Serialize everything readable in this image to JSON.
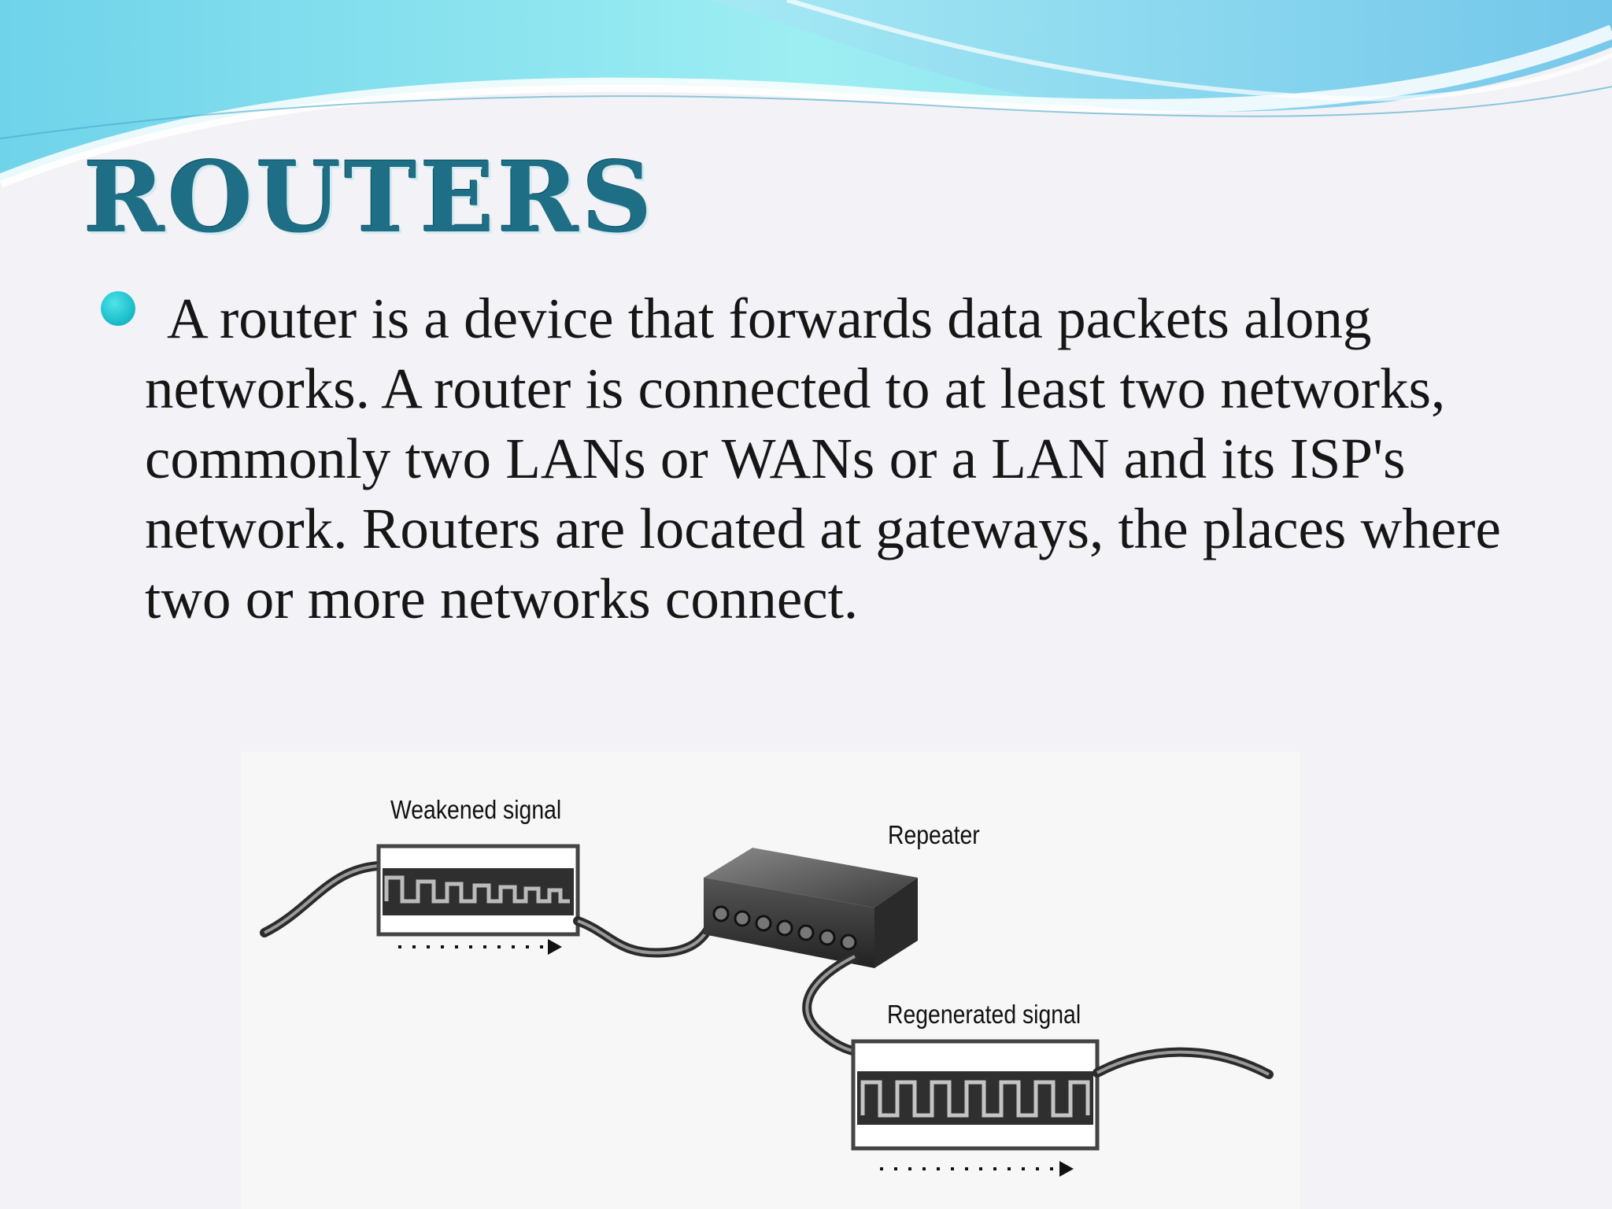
{
  "slide": {
    "title": "ROUTERS",
    "bullet_text": "A router is a device that forwards data packets along networks. A router is connected to at least two networks, commonly two LANs or WANs or a LAN and its ISP's network. Routers are located at gateways, the places where two or more networks connect."
  },
  "diagram": {
    "label_weakened": "Weakened signal",
    "label_repeater": "Repeater",
    "label_regenerated": "Regenerated signal"
  },
  "colors": {
    "title": "#1e6f86",
    "bullet": "#1fc3cf",
    "wave_light": "#8fe6f0",
    "wave_dark": "#5fc0e6"
  }
}
